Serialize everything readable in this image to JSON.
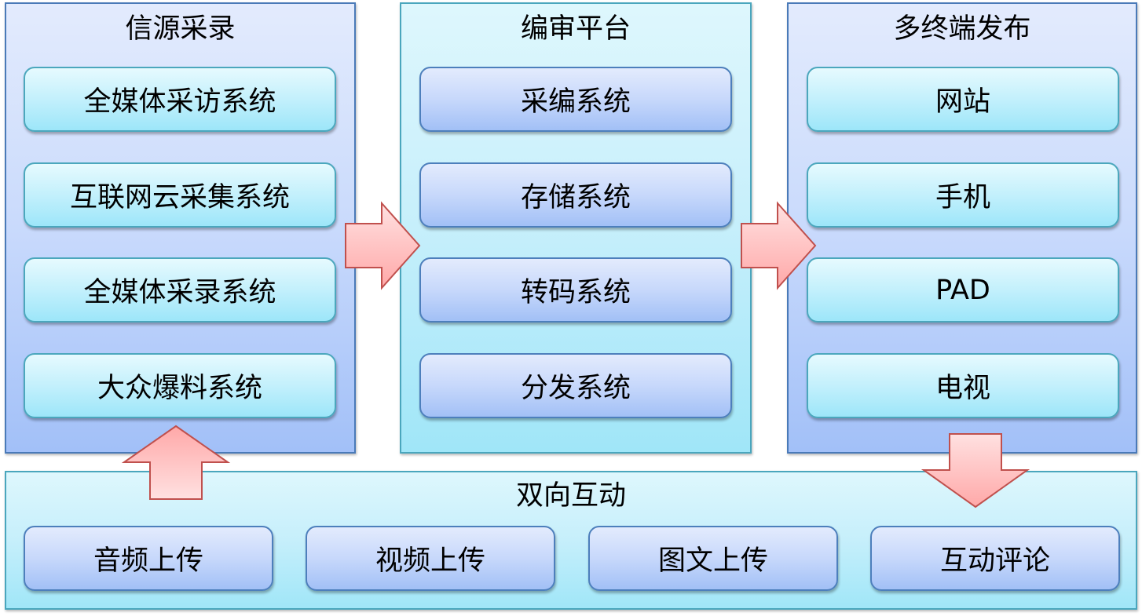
{
  "diagram": {
    "columns": [
      {
        "title": "信源采录",
        "items": [
          "全媒体采访系统",
          "互联网云采集系统",
          "全媒体采录系统",
          "大众爆料系统"
        ]
      },
      {
        "title": "编审平台",
        "items": [
          "采编系统",
          "存储系统",
          "转码系统",
          "分发系统"
        ]
      },
      {
        "title": "多终端发布",
        "items": [
          "网站",
          "手机",
          "PAD",
          "电视"
        ]
      }
    ],
    "bottom": {
      "title": "双向互动",
      "items": [
        "音频上传",
        "视频上传",
        "图文上传",
        "互动评论"
      ]
    },
    "arrows": [
      {
        "from": "信源采录",
        "to": "编审平台",
        "direction": "right",
        "icon": "arrow-right-icon"
      },
      {
        "from": "编审平台",
        "to": "多终端发布",
        "direction": "right",
        "icon": "arrow-right-icon"
      },
      {
        "from": "多终端发布",
        "to": "双向互动",
        "direction": "down",
        "icon": "arrow-down-icon"
      },
      {
        "from": "双向互动",
        "to": "信源采录",
        "direction": "up",
        "icon": "arrow-up-icon"
      }
    ],
    "colors": {
      "panel_blue_border": "#4a7ab8",
      "panel_cyan_border": "#4aa6bd",
      "arrow_fill": "#ffc3c3",
      "arrow_stroke": "#c0504d"
    }
  }
}
